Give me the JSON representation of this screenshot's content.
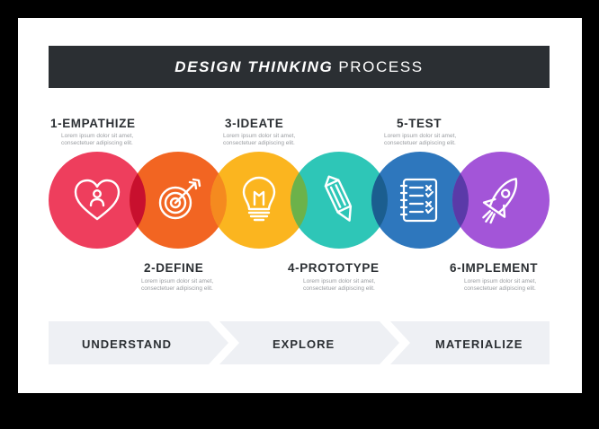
{
  "title": {
    "strong": "DESIGN THINKING",
    "light": "PROCESS"
  },
  "placeholder_text": {
    "line1": "Lorem ipsum dolor sit amet,",
    "line2": "consectetuer adipiscing elit."
  },
  "steps": [
    {
      "label": "1-EMPATHIZE",
      "color": "#ee3e5d",
      "icon": "heart-person-icon"
    },
    {
      "label": "2-DEFINE",
      "color": "#f26522",
      "icon": "target-icon"
    },
    {
      "label": "3-IDEATE",
      "color": "#fbb51f",
      "icon": "lightbulb-icon"
    },
    {
      "label": "4-PROTOTYPE",
      "color": "#2ec6b7",
      "icon": "pencil-icon"
    },
    {
      "label": "5-TEST",
      "color": "#2e77bd",
      "icon": "checklist-icon"
    },
    {
      "label": "6-IMPLEMENT",
      "color": "#a355d8",
      "icon": "rocket-icon"
    }
  ],
  "phases": [
    "UNDERSTAND",
    "EXPLORE",
    "MATERIALIZE"
  ],
  "colors": {
    "title_bar": "#2b2f33",
    "phase_fill": "#eef0f4",
    "text": "#2b2f33"
  }
}
